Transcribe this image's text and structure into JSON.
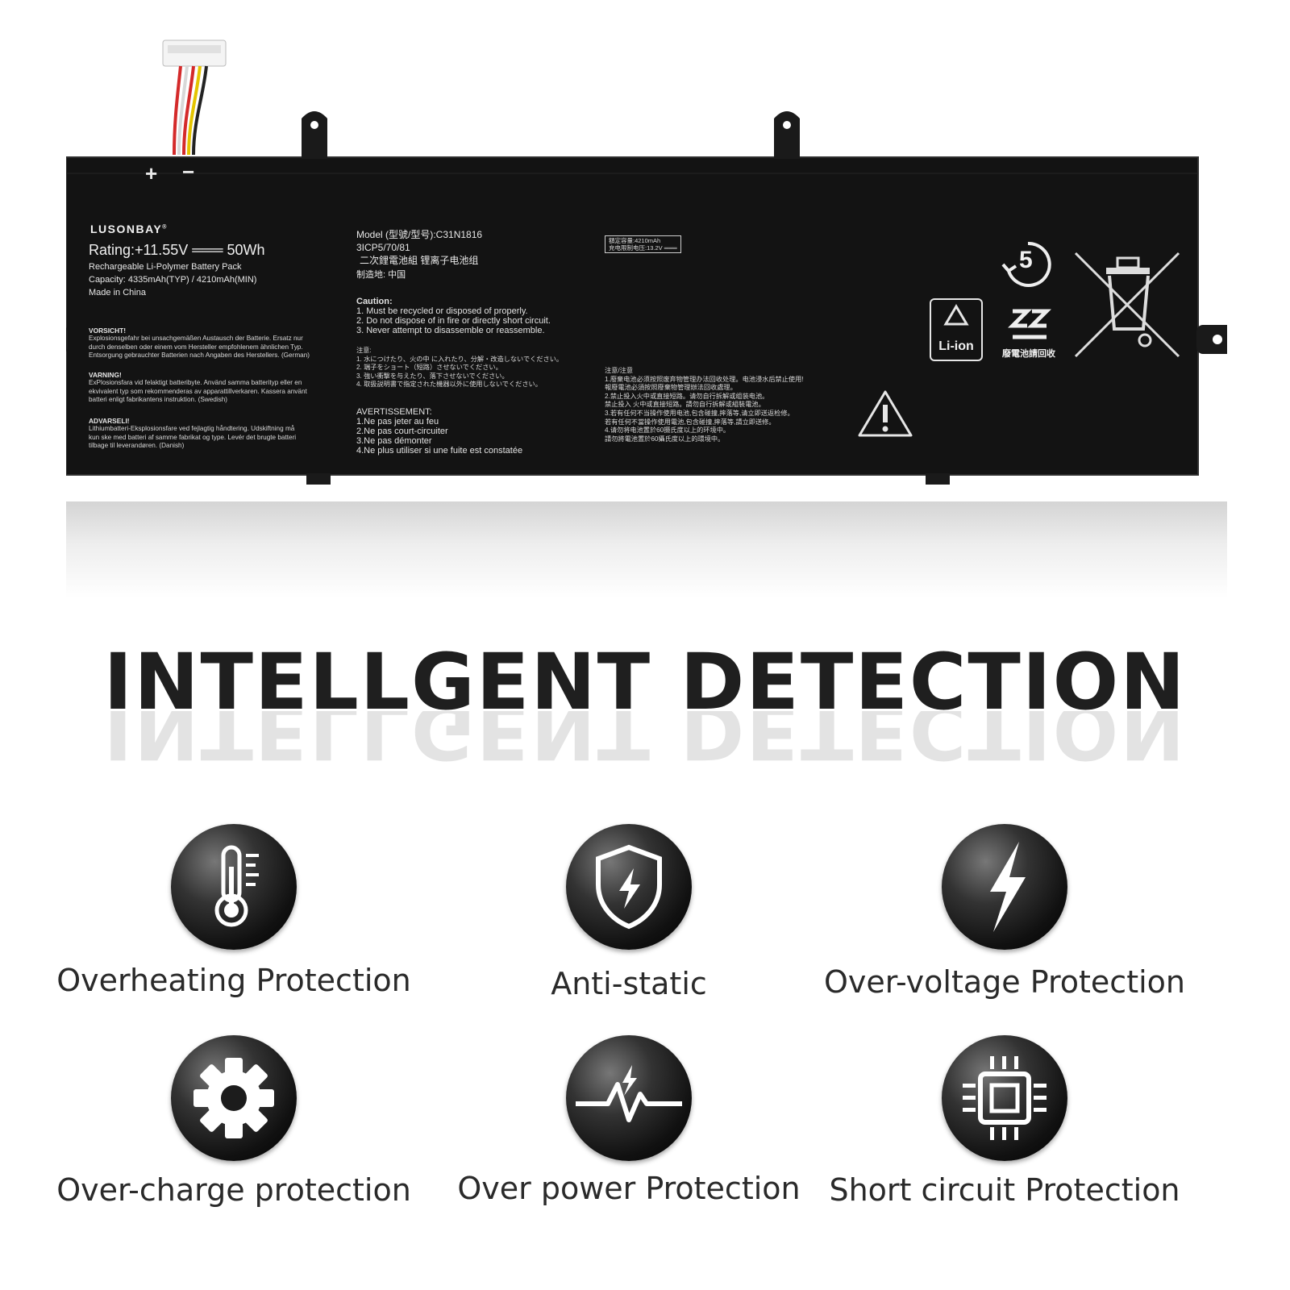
{
  "battery": {
    "terminals": {
      "plus": "+",
      "minus": "−"
    },
    "brand": "LUSONBAY",
    "brand_mark": "®",
    "rating": "Rating:+11.55V ═══ 50Wh",
    "pack_type": "Rechargeable Li-Polymer Battery Pack",
    "capacity": "Capacity: 4335mAh(TYP) / 4210mAh(MIN)",
    "made_in": "Made in China",
    "warnings": [
      {
        "title": "VORSICHT!",
        "lines": [
          "Explosionsgefahr bei unsachgemäßen Austausch der Batterie. Ersatz nur",
          "durch denselben oder einem vom Hersteller empfohlenem ähnlichen Typ.",
          "Entsorgung gebrauchter Batterien nach Angaben des Herstellers. (German)"
        ]
      },
      {
        "title": "VARNING!",
        "lines": [
          "ExPlosionsfara vid felaktigt batteribyte. Använd samma batterityp  eller en",
          "ekvivalent typ som rekommenderas av apparattillverkaren. Kassera använt",
          "batteri enligt fabrikantens instruktion. (Swedish)"
        ]
      },
      {
        "title": "ADVARSELI!",
        "lines": [
          "Lithiumbatteri-Eksplosionsfare ved fejlagtig håndtering. Udskiftning må",
          "kun ske med batteri af samme fabrikat og type. Levér det brugte batteri",
          "tilbage til leverandøren. (Danish)"
        ]
      }
    ],
    "model": "Model (型號/型号):C31N1816",
    "cell_code": "3ICP5/70/81",
    "cn_name": "二次鋰電池組    锂离子电池组",
    "origin": "制造地: 中国",
    "caution_title": "Caution:",
    "caution_lines": [
      "1. Must be recycled or disposed of properly.",
      "2. Do not dispose of in fire or directly short circuit.",
      "3. Never attempt to disassemble or reassemble."
    ],
    "jp_title": "注意:",
    "jp_lines": [
      "1. 水につけたり、火の中 に入れたり、分解・改造しないでください。",
      "2. 端子をショート（短路）させないでください。",
      "3. 強い衝撃を与えたり、落下させないでください。",
      "4. 取扱説明書で指定された機器以外に使用しないでください。"
    ],
    "fr_title": "AVERTISSEMENT:",
    "fr_lines": [
      "1.Ne pas jeter au feu",
      "2.Ne pas court-circuiter",
      "3.Ne pas démonter",
      "4.Ne plus utiliser si une fuite est constatée"
    ],
    "spec_box": [
      "額定容量:4210mAh",
      "充电限制电压:13.2V ═══"
    ],
    "zh_title": "注意/注意",
    "zh_lines": [
      "1.廢棄电池必须按照废弃物管理办法回收处理。电池浸水后禁止使用!",
      "報廢電池必須按照廢棄物管理辦法回收處理。",
      "2.禁止投入火中或直接短路。请勿自行拆解或组装电池。",
      "禁止投入 火中或直接短路。請勿自行拆解或組裝電池。",
      "3.若有任何不当操作使用电池,包含碰撞,摔落等,请立即送返检修。",
      "若有任何不當操作使用電池,包含碰撞,摔落等,請立即送修。",
      "4.请勿将电池置於60摄氏度以上的环境中。",
      "請勿將電池置於60攝氏度以上的環境中。"
    ],
    "recycle_number": "5",
    "liion_label": "Li-ion",
    "recycle_cn_label": "廢電池請回收"
  },
  "headline": "INTELLGENT DETECTION",
  "features": [
    {
      "label": "Overheating Protection",
      "icon": "thermometer-icon"
    },
    {
      "label": "Anti-static",
      "icon": "shield-bolt-icon"
    },
    {
      "label": "Over-voltage Protection",
      "icon": "lightning-bolt-icon"
    },
    {
      "label": "Over-charge protection",
      "icon": "gear-icon"
    },
    {
      "label": "Over power Protection",
      "icon": "pulse-bolt-icon"
    },
    {
      "label": "Short circuit Protection",
      "icon": "chip-icon"
    }
  ]
}
